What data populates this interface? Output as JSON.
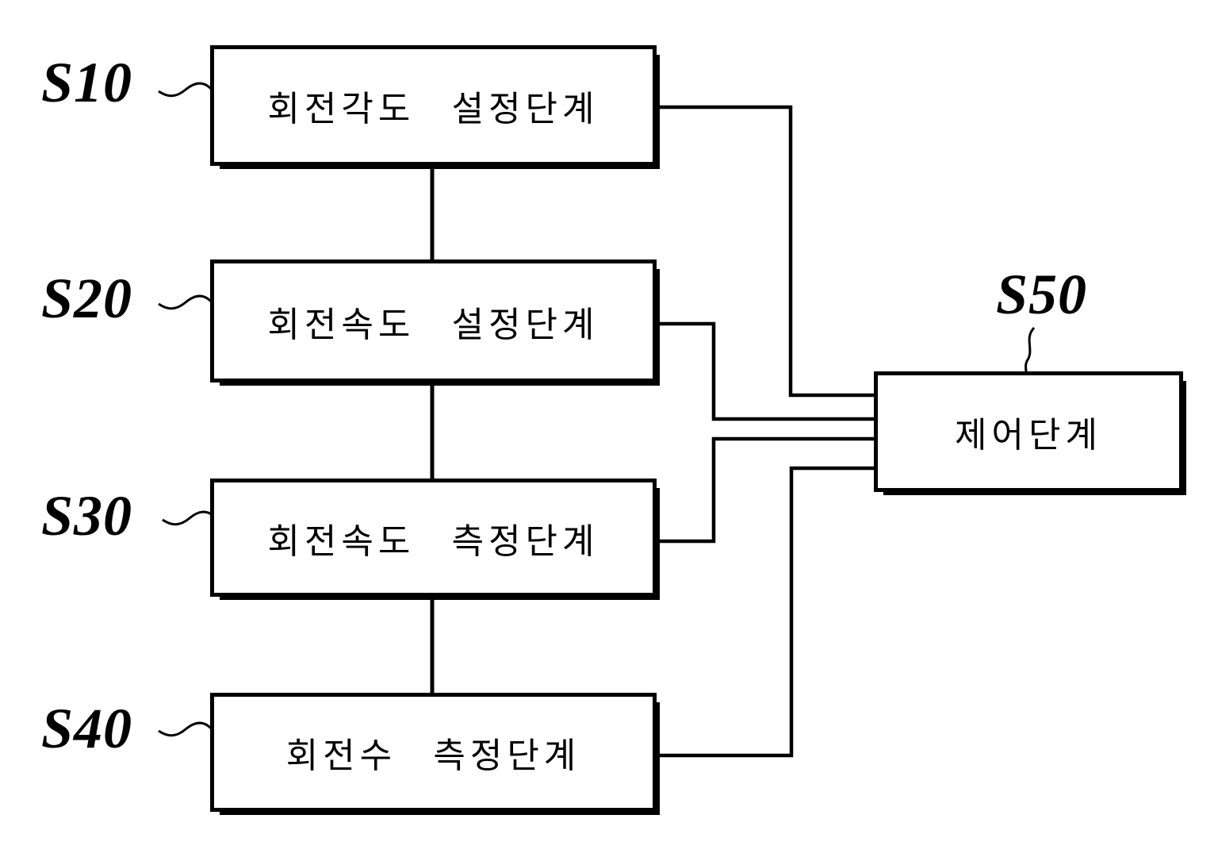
{
  "diagram": {
    "type": "flowchart",
    "background_color": "#ffffff",
    "line_color": "#000000",
    "nodes": [
      {
        "id": "s10",
        "label": "S10",
        "text": "회전각도 설정단계"
      },
      {
        "id": "s20",
        "label": "S20",
        "text": "회전속도 설정단계"
      },
      {
        "id": "s30",
        "label": "S30",
        "text": "회전속도 측정단계"
      },
      {
        "id": "s40",
        "label": "S40",
        "text": "회전수 측정단계"
      },
      {
        "id": "s50",
        "label": "S50",
        "text": "제어단계"
      }
    ],
    "connections": [
      {
        "from": "S10",
        "to": "S20",
        "style": "straight-vertical"
      },
      {
        "from": "S20",
        "to": "S30",
        "style": "straight-vertical"
      },
      {
        "from": "S30",
        "to": "S40",
        "style": "straight-vertical"
      },
      {
        "from": "S10",
        "to": "S50",
        "style": "elbow"
      },
      {
        "from": "S20",
        "to": "S50",
        "style": "elbow"
      },
      {
        "from": "S30",
        "to": "S50",
        "style": "elbow"
      },
      {
        "from": "S40",
        "to": "S50",
        "style": "elbow"
      }
    ]
  }
}
